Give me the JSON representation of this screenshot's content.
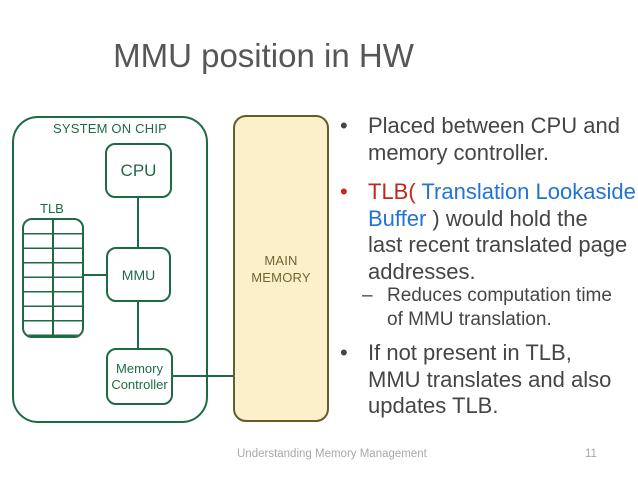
{
  "title": "MMU position in HW",
  "diagram": {
    "soc_label": "SYSTEM ON CHIP",
    "cpu": "CPU",
    "tlb": "TLB",
    "mmu": "MMU",
    "memory_controller": "Memory Controller",
    "main_memory": "MAIN MEMORY"
  },
  "bullets": {
    "b1": {
      "marker": "•",
      "lines": [
        "Placed between CPU and",
        "memory controller."
      ]
    },
    "b2": {
      "marker": "•",
      "l1_red": "TLB(",
      "l1_blue": " Translation Lookaside",
      "l2_blue": "Buffer ",
      "l2_gray": ") would hold the",
      "l3": "last recent translated page",
      "l4": "addresses."
    },
    "sub1": {
      "marker": "–",
      "lines": [
        "Reduces computation time",
        "of MMU translation."
      ]
    },
    "b3": {
      "marker": "•",
      "lines": [
        "If not present in TLB,",
        "MMU translates and also",
        "updates TLB."
      ]
    }
  },
  "footer": {
    "left": "Understanding Memory Management",
    "page": "11"
  },
  "colors": {
    "title_gray": "#565656",
    "body_gray": "#454545",
    "accent_red": "#C3261C",
    "accent_blue": "#2273D8",
    "diagram_green": "#1E6B43",
    "memory_fill": "#FBF0CA",
    "memory_border": "#635C2B",
    "memory_text": "#6D6733",
    "footer_gray": "#A8A8A8"
  }
}
